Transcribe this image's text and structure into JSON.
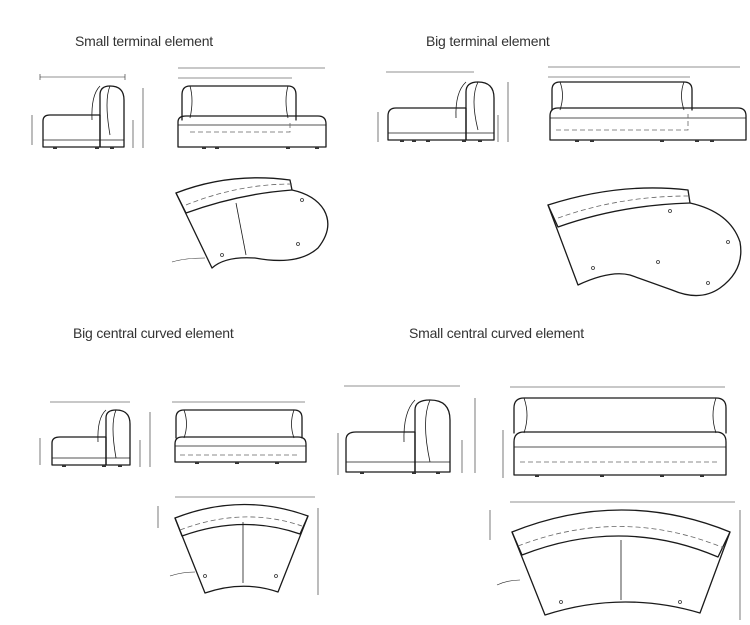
{
  "sections": [
    {
      "id": "small-terminal",
      "label": "Small terminal element"
    },
    {
      "id": "big-terminal",
      "label": "Big terminal element"
    },
    {
      "id": "big-central-curved",
      "label": "Big central curved element"
    },
    {
      "id": "small-central-curved",
      "label": "Small central curved element"
    }
  ]
}
